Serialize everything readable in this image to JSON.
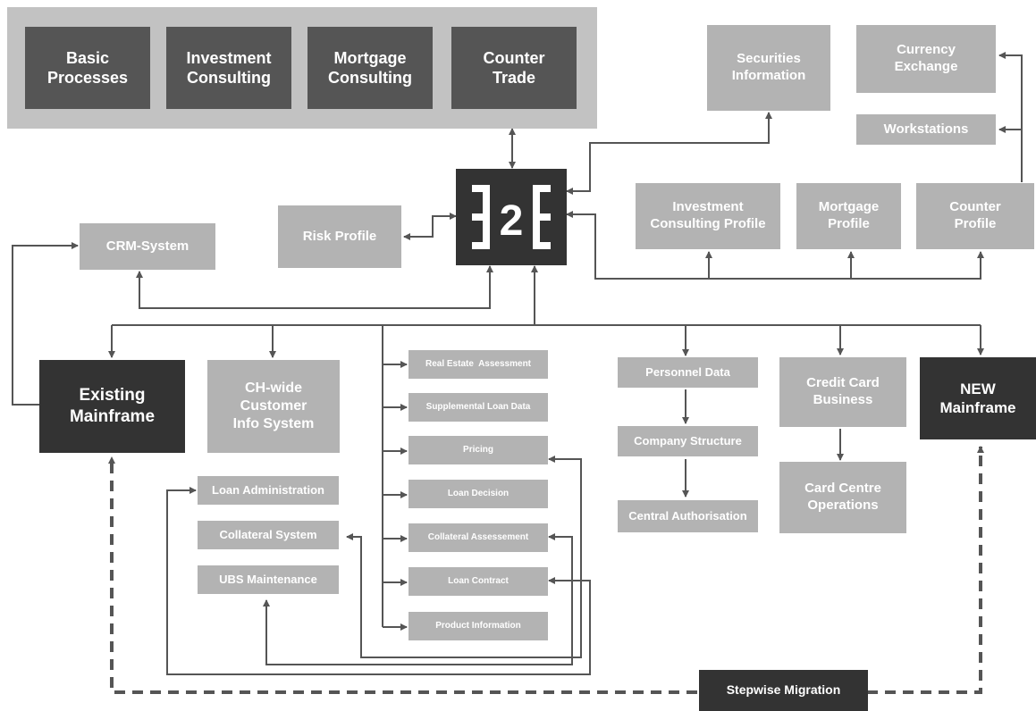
{
  "top_group": [
    "Basic\nProcesses",
    "Investment\nConsulting",
    "Mortgage\nConsulting",
    "Counter\nTrade"
  ],
  "hub": {
    "logo": "E2E"
  },
  "right_top": {
    "securities": "Securities\nInformation",
    "currency": "Currency\nExchange",
    "workstations": "Workstations"
  },
  "profiles": {
    "investment": "Investment\nConsulting Profile",
    "mortgage": "Mortgage\nProfile",
    "counter": "Counter\nProfile"
  },
  "risk_profile": "Risk Profile",
  "crm": "CRM-System",
  "existing_mainframe": "Existing\nMainframe",
  "ch_wide": "CH-wide\nCustomer\nInfo System",
  "loan_systems": [
    "Loan Administration",
    "Collateral System",
    "UBS Maintenance"
  ],
  "loan_process": [
    "Real Estate  Assessment",
    "Supplemental Loan Data",
    "Pricing",
    "Loan Decision",
    "Collateral Assessement",
    "Loan Contract",
    "Product Information"
  ],
  "hr_chain": [
    "Personnel Data",
    "Company Structure",
    "Central Authorisation"
  ],
  "credit_card": {
    "business": "Credit Card\nBusiness",
    "centre": "Card Centre\nOperations"
  },
  "new_mainframe": "NEW\nMainframe",
  "migration": "Stepwise Migration"
}
